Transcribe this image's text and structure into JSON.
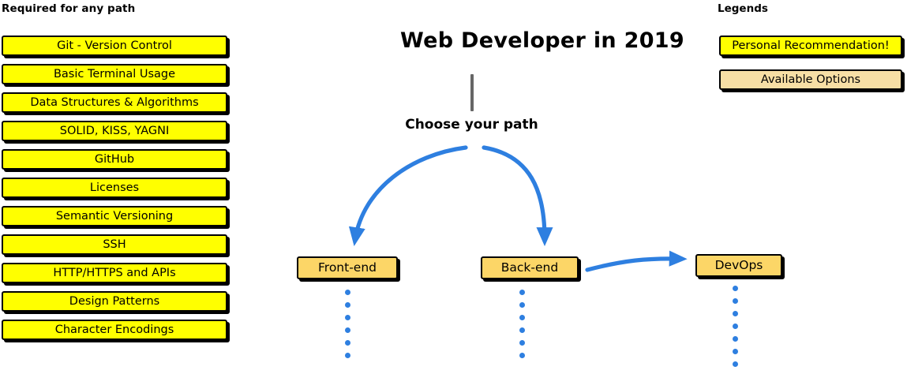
{
  "diagram": {
    "title": "Web Developer in 2019",
    "trunk_label": "Choose your path",
    "type": "roadmap-flowchart"
  },
  "left_column": {
    "heading": "Required for any path",
    "items": [
      {
        "label": "Git - Version Control",
        "style": "recommend"
      },
      {
        "label": "Basic Terminal Usage",
        "style": "recommend"
      },
      {
        "label": "Data Structures & Algorithms",
        "style": "recommend"
      },
      {
        "label": "SOLID, KISS, YAGNI",
        "style": "recommend"
      },
      {
        "label": "GitHub",
        "style": "recommend"
      },
      {
        "label": "Licenses",
        "style": "recommend"
      },
      {
        "label": "Semantic Versioning",
        "style": "recommend"
      },
      {
        "label": "SSH",
        "style": "recommend"
      },
      {
        "label": "HTTP/HTTPS and APIs",
        "style": "recommend"
      },
      {
        "label": "Design Patterns",
        "style": "recommend"
      },
      {
        "label": "Character Encodings",
        "style": "recommend"
      }
    ]
  },
  "legends": {
    "heading": "Legends",
    "items": [
      {
        "label": "Personal Recommendation!",
        "style": "recommend",
        "color": "#FFFF00"
      },
      {
        "label": "Available Options",
        "style": "option",
        "color": "#F7DFA5"
      }
    ]
  },
  "paths": {
    "nodes": [
      {
        "label": "Front-end",
        "style": "node"
      },
      {
        "label": "Back-end",
        "style": "node"
      },
      {
        "label": "DevOps",
        "style": "node"
      }
    ]
  },
  "colors": {
    "recommend_fill": "#FFFF00",
    "option_fill": "#F7DFA5",
    "node_fill": "#FCD667",
    "arrow": "#2E7FE0",
    "trunk": "#666666",
    "outline": "#000000"
  }
}
